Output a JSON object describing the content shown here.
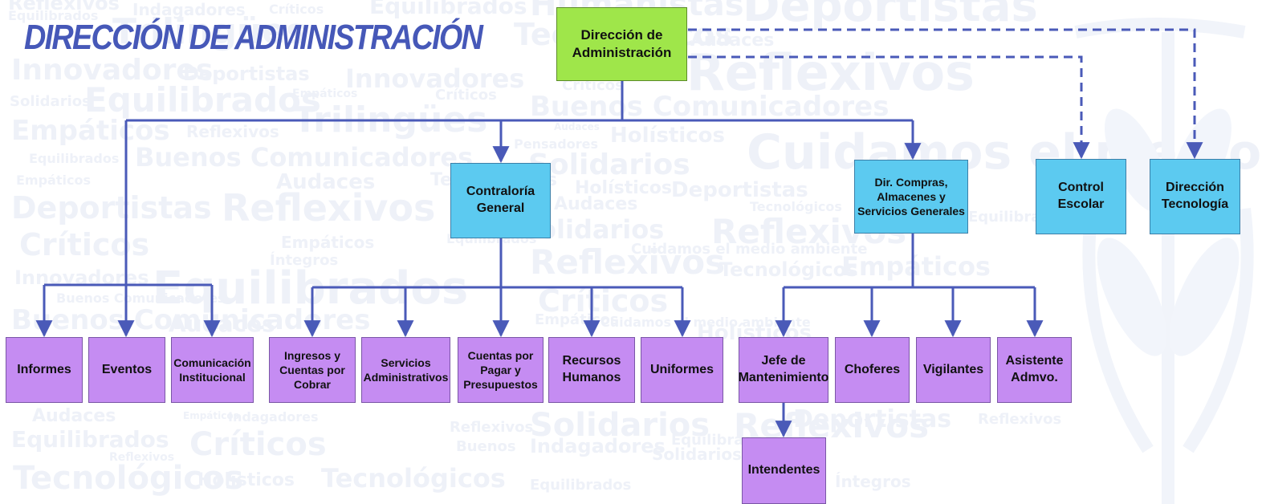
{
  "title": "DIRECCIÓN DE ADMINISTRACIÓN",
  "colors": {
    "title": "#4658b8",
    "connector": "#4a5ab8",
    "root_fill": "#9fe64a",
    "level1_fill": "#5ccaf0",
    "level2_fill": "#c58cf2",
    "background_words": "#eef1f8"
  },
  "background_words": [
    "Reflexivos",
    "Indagadores",
    "Críticos",
    "Equilibrados",
    "Humanistas",
    "Deportistas",
    "Equilibrados",
    "Trilingües",
    "Tecnológicos",
    "Audaces",
    "Innovadores",
    "Deportistas",
    "Reflexivos",
    "Innovadores",
    "Críticos",
    "Solidarios",
    "Equilibrados",
    "Empáticos",
    "Críticos",
    "Buenos Comunicadores",
    "Empáticos",
    "Reflexivos",
    "Trilingües",
    "Audaces",
    "Holísticos",
    "Equilibrados",
    "Buenos Comunicadores",
    "Pensadores",
    "Solidarios",
    "Cuidamos el medio ambiente",
    "Empáticos",
    "Audaces",
    "Tecnológicos",
    "Holísticos",
    "Deportistas",
    "Deportistas",
    "Reflexivos",
    "Audaces",
    "Tecnológicos",
    "Equilibrados",
    "Críticos",
    "Empáticos",
    "Equilibrados",
    "Solidarios",
    "Reflexivos",
    "Cuidamos el medio ambiente",
    "Íntegros",
    "Reflexivos",
    "Tecnológicos",
    "Empáticos",
    "Innovadores",
    "Equilibrados",
    "Buenos Comunicadores",
    "Críticos",
    "Buenos Comunicadores",
    "Audaces",
    "Empáticos",
    "Cuidamos el medio ambiente",
    "Holísticos",
    "Solidarios",
    "Indagadores",
    "Reflexivos",
    "Deportistas",
    "Reflexivos",
    "Audaces",
    "Empáticos",
    "Equilibrados",
    "Críticos",
    "Reflexivos",
    "Buenos",
    "Indagadores",
    "Equilibrados",
    "Solidarios",
    "Íntegros",
    "Reflexivos",
    "Tecnológicos",
    "Holísticos",
    "Tecnológicos",
    "Equilibrados"
  ],
  "org": {
    "root": "Dirección de\nAdministración",
    "level1": [
      "Contraloría\nGeneral",
      "Dir. Compras,\nAlmacenes y\nServicios Generales",
      "Control\nEscolar",
      "Dirección\nTecnología"
    ],
    "direct_units": [
      "Informes",
      "Eventos",
      "Comunicación\nInstitucional"
    ],
    "contraloria_units": [
      "Ingresos y\nCuentas por\nCobrar",
      "Servicios\nAdministrativos",
      "Cuentas por\nPagar y\nPresupuestos",
      "Recursos\nHumanos",
      "Uniformes"
    ],
    "compras_units": [
      "Jefe de\nMantenimiento",
      "Choferes",
      "Vigilantes",
      "Asistente\nAdmvo."
    ],
    "mantenimiento_units": [
      "Intendentes"
    ]
  }
}
